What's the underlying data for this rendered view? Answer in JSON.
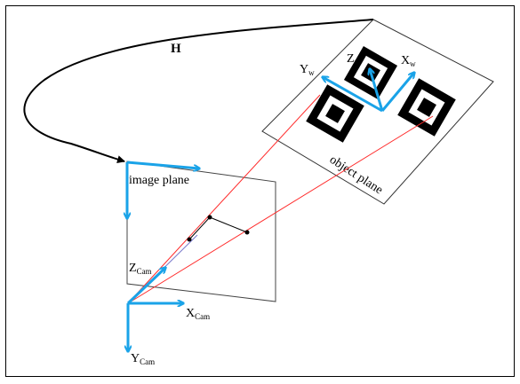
{
  "diagram": {
    "homography_label": "H",
    "image_plane_label": "image plane",
    "object_plane_label": "object plane",
    "axes": {
      "x_world": {
        "main": "X",
        "sub": "w"
      },
      "y_world": {
        "main": "Y",
        "sub": "w"
      },
      "z_world": {
        "main": "Z",
        "sub": "w"
      },
      "z_cam": {
        "main": "Z",
        "sub": "Cam"
      },
      "x_cam": {
        "main": "X",
        "sub": "Cam"
      },
      "y_cam": {
        "main": "Y",
        "sub": "Cam"
      }
    },
    "colors": {
      "axis_arrow": "#1aa3e8",
      "projection_ray": "#ff2a2a",
      "marker_fill": "#000000",
      "plane_outline": "#333333"
    }
  }
}
